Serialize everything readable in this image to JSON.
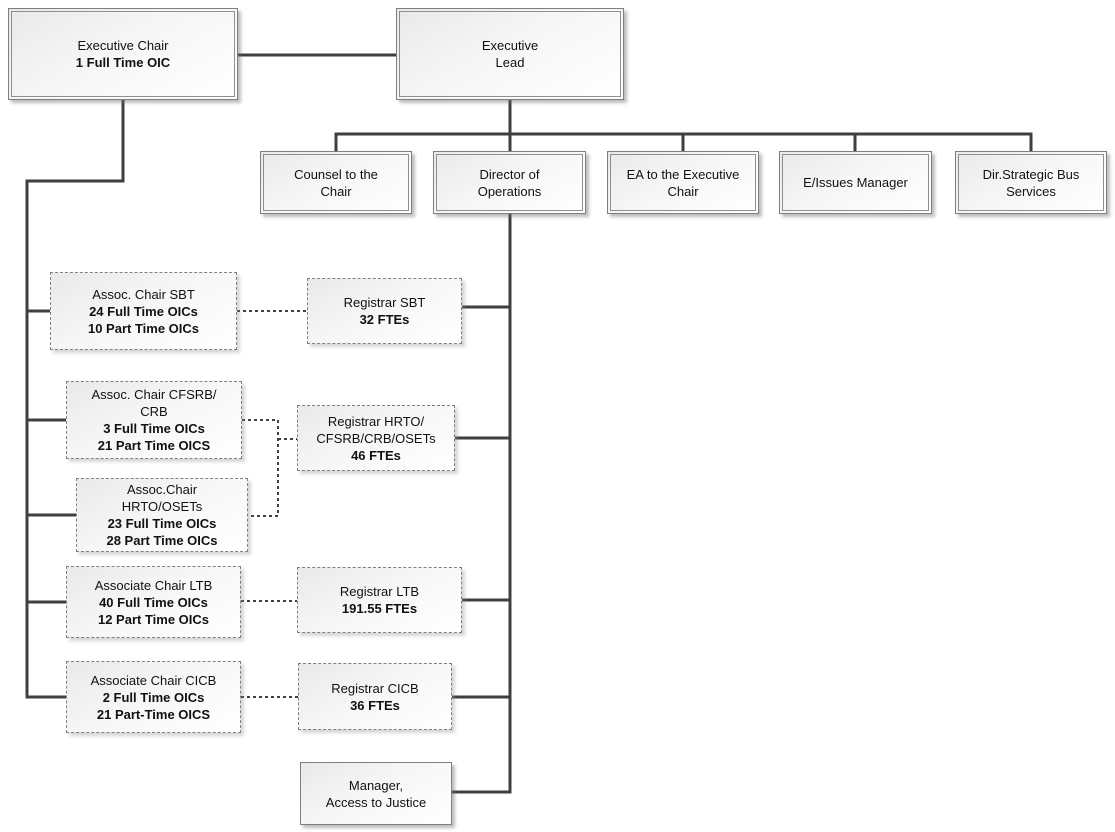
{
  "diagram_type": "org-chart",
  "colors": {
    "connector": "#3f3f3f",
    "box_border": "#7f7f7f",
    "dashed_border": "#808080",
    "box_fill_top": "#e9e9e9",
    "box_fill_bottom": "#ffffff",
    "text": "#111111"
  },
  "nodes": {
    "exec_chair": {
      "lines": [
        "Executive Chair"
      ],
      "bold_lines": [
        "1 Full Time OIC"
      ]
    },
    "exec_lead": {
      "lines": [
        "Executive",
        "Lead"
      ]
    },
    "counsel": {
      "lines": [
        "Counsel to the",
        "Chair"
      ]
    },
    "director": {
      "lines": [
        "Director of",
        "Operations"
      ]
    },
    "ea": {
      "lines": [
        "EA to the Executive",
        "Chair"
      ]
    },
    "eissues": {
      "lines": [
        "E/Issues Manager"
      ]
    },
    "dirstrat": {
      "lines": [
        "Dir.Strategic Bus",
        "Services"
      ]
    },
    "sbt": {
      "lines": [
        "Assoc. Chair SBT"
      ],
      "bold_lines": [
        "24 Full Time OICs",
        "10 Part Time OICs"
      ]
    },
    "cfsrb": {
      "lines": [
        "Assoc. Chair CFSRB/",
        "CRB"
      ],
      "bold_lines": [
        "3 Full Time OICs",
        "21 Part Time OICS"
      ]
    },
    "hrto": {
      "lines": [
        "Assoc.Chair",
        "HRTO/OSETs"
      ],
      "bold_lines": [
        "23 Full Time OICs",
        "28 Part Time OICs"
      ]
    },
    "ltb": {
      "lines": [
        "Associate Chair LTB"
      ],
      "bold_lines": [
        "40 Full Time OICs",
        "12 Part Time OICs"
      ]
    },
    "cicb": {
      "lines": [
        "Associate Chair CICB"
      ],
      "bold_lines": [
        "2 Full Time OICs",
        "21 Part-Time OICS"
      ]
    },
    "reg_sbt": {
      "lines": [
        "Registrar SBT"
      ],
      "bold_lines": [
        "32 FTEs"
      ]
    },
    "reg_hrto": {
      "lines": [
        "Registrar HRTO/",
        "CFSRB/CRB/OSETs"
      ],
      "bold_lines": [
        "46 FTEs"
      ]
    },
    "reg_ltb": {
      "lines": [
        "Registrar LTB"
      ],
      "bold_lines": [
        "191.55 FTEs"
      ]
    },
    "reg_cicb": {
      "lines": [
        "Registrar CICB"
      ],
      "bold_lines": [
        "36 FTEs"
      ]
    },
    "manager": {
      "lines": [
        "Manager,",
        "Access to Justice"
      ]
    }
  }
}
